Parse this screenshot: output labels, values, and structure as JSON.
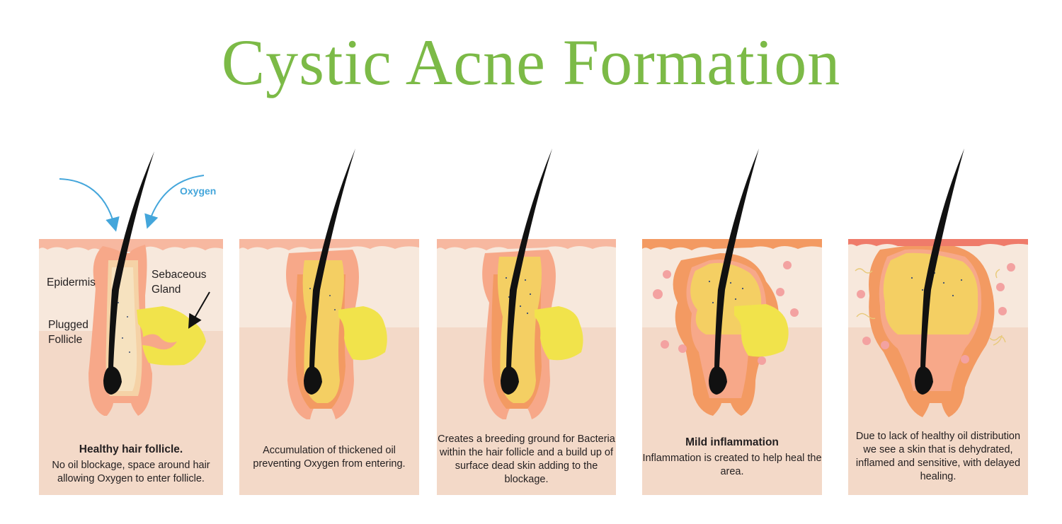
{
  "title": "Cystic Acne Formation",
  "labels": {
    "oxygen": "Oxygen",
    "epidermis": "Epidermis",
    "sebaceous_gland": "Sebaceous\nGland",
    "plugged_follicle": "Plugged\nFollicle"
  },
  "panels": [
    {
      "heading": "Healthy hair follicle.",
      "text": "No oil blockage, space around hair allowing Oxygen to enter follicle."
    },
    {
      "heading": "",
      "text": "Accumulation of thickened oil preventing Oxygen from entering."
    },
    {
      "heading": "",
      "text": "Creates a breeding ground for Bacteria within the hair follicle and a build up of surface dead skin adding to the blockage."
    },
    {
      "heading": "Mild inflammation",
      "text": "Inflammation is created to help heal the area."
    },
    {
      "heading": "",
      "text": "Due to lack of healthy oil distribution we see a skin that is dehydrated, inflamed and sensitive, with delayed healing."
    }
  ],
  "colors": {
    "title": "#7cba47",
    "oxygen_arrow": "#44a6db",
    "epidermis": "#f7e8dc",
    "dermis": "#f3d9c8",
    "follicle_wall": "#f7a889",
    "follicle_inner": "#f5d2a6",
    "inflamed": "#f39a62",
    "sebum": "#f1e34b",
    "pus": "#f4cf63",
    "hair": "#111111"
  }
}
